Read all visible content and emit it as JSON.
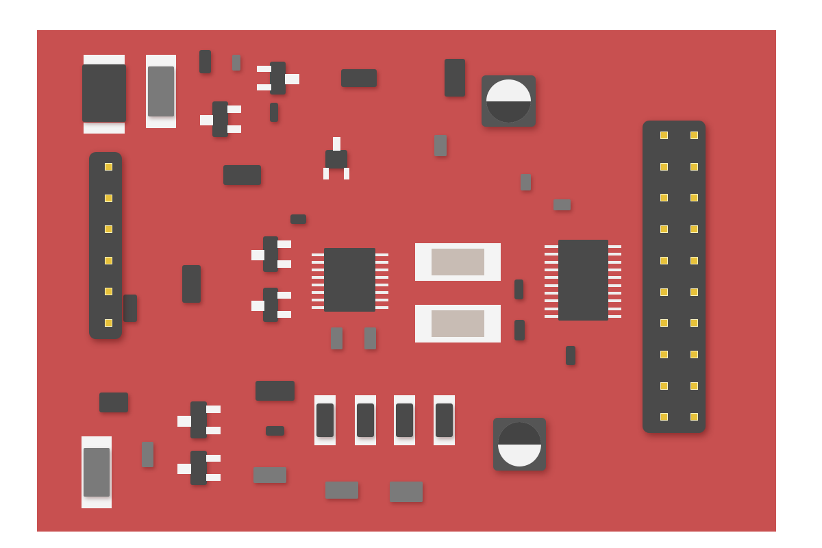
{
  "board": {
    "color": "#c85050"
  },
  "colors": {
    "component_dark": "#4a4a4a",
    "component_grey": "#7a7a7a",
    "pad": "#f4f4f4",
    "pin": "#e8c23a"
  },
  "components": {
    "headers": [
      "pin-header-6x1",
      "pin-header-10x2"
    ],
    "ics": [
      "soic-16",
      "tssop-20"
    ],
    "electrolytic_caps": 2
  }
}
